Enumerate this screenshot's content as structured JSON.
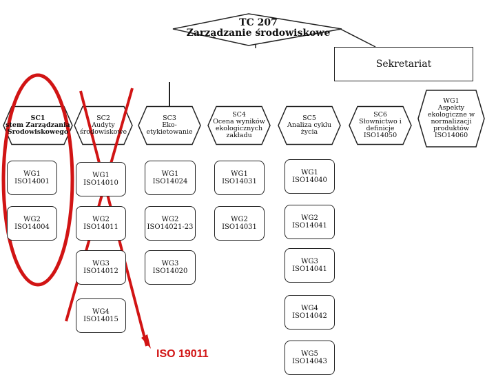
{
  "tc": {
    "line1": "TC 207",
    "line2": "Zarządzanie środowiskowe"
  },
  "secretariat": "Sekretariat",
  "sc": [
    {
      "code": "SC1",
      "name": [
        "stem Zarządzania",
        "Środowiskowego"
      ]
    },
    {
      "code": "SC2",
      "name": [
        "Audyty",
        "środowiskowe"
      ]
    },
    {
      "code": "SC3",
      "name": [
        "Eko-etykietowanie"
      ]
    },
    {
      "code": "SC4",
      "name": [
        "Ocena wyników",
        "ekologicznych",
        "zakładu"
      ]
    },
    {
      "code": "SC5",
      "name": [
        "Analiza cyklu życia"
      ]
    },
    {
      "code": "SC6",
      "name": [
        "Słownictwo i definicje",
        "ISO14050"
      ]
    },
    {
      "code": "WG1",
      "name": [
        "Aspekty ekologiczne w",
        "normalizacji",
        "produktów",
        "ISO14060"
      ]
    }
  ],
  "wg": {
    "sc1": [
      {
        "n": "WG1",
        "s": "ISO14001"
      },
      {
        "n": "WG2",
        "s": "ISO14004"
      }
    ],
    "sc2": [
      {
        "n": "WG1",
        "s": "ISO14010"
      },
      {
        "n": "WG2",
        "s": "ISO14011"
      },
      {
        "n": "WG3",
        "s": "ISO14012"
      },
      {
        "n": "WG4",
        "s": "ISO14015"
      }
    ],
    "sc3": [
      {
        "n": "WG1",
        "s": "ISO14024"
      },
      {
        "n": "WG2",
        "s": "ISO14021-23"
      },
      {
        "n": "WG3",
        "s": "ISO14020"
      }
    ],
    "sc4": [
      {
        "n": "WG1",
        "s": "ISO14031"
      },
      {
        "n": "WG2",
        "s": "ISO14031"
      }
    ],
    "sc5": [
      {
        "n": "WG1",
        "s": "ISO14040"
      },
      {
        "n": "WG2",
        "s": "ISO14041"
      },
      {
        "n": "WG3",
        "s": "ISO14041"
      },
      {
        "n": "WG4",
        "s": "ISO14042"
      },
      {
        "n": "WG5",
        "s": "ISO14043"
      }
    ]
  },
  "annotation": "ISO 19011",
  "colors": {
    "highlight": "#d11414",
    "line": "#222222"
  }
}
